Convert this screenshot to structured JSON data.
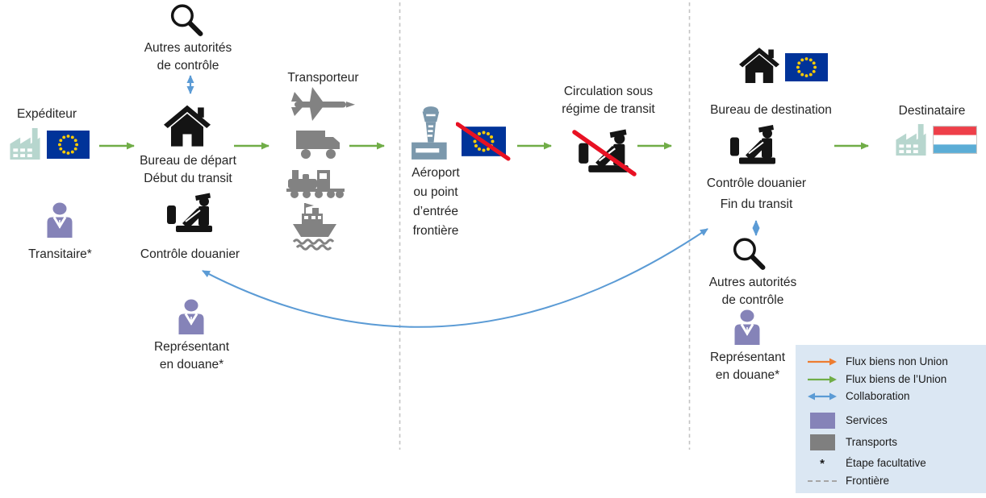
{
  "nodes": {
    "expediteur": {
      "label": "Expéditeur",
      "icons": [
        "factory-icon",
        "eu-flag-icon"
      ]
    },
    "autres_autorites_depart": {
      "label": "Autres autorités\nde contrôle",
      "icon": "magnifier-icon"
    },
    "bureau_depart": {
      "label": "Bureau de départ\nDébut du transit",
      "icon": "house-icon"
    },
    "transitaire": {
      "label": "Transitaire*",
      "icon": "person-icon"
    },
    "controle_douanier_depart": {
      "label": "Contrôle douanier",
      "icon": "customs-officer-icon"
    },
    "representant_depart": {
      "label": "Représentant\nen douane*",
      "icon": "person-icon"
    },
    "transporteur": {
      "label": "Transporteur",
      "icons": [
        "plane-icon",
        "truck-icon",
        "train-icon",
        "ship-icon"
      ]
    },
    "aeroport": {
      "label": "Aéroport\nou point\nd’entrée\nfrontière",
      "icons": [
        "airport-tower-icon",
        "eu-flag-crossed-icon"
      ]
    },
    "circulation_transit": {
      "label": "Circulation sous\nrégime de transit",
      "icon": "customs-officer-crossed-icon"
    },
    "bureau_destination": {
      "label": "Bureau de destination",
      "icons": [
        "house-icon",
        "eu-flag-icon"
      ]
    },
    "controle_douanier_destination": {
      "label": "Contrôle douanier\nFin du transit",
      "icon": "customs-officer-icon"
    },
    "autres_autorites_destination": {
      "label": "Autres autorités\nde contrôle",
      "icon": "magnifier-icon"
    },
    "representant_destination": {
      "label": "Représentant\nen douane*",
      "icon": "person-icon"
    },
    "destinataire": {
      "label": "Destinataire",
      "icons": [
        "factory-icon",
        "luxembourg-flag-icon"
      ]
    }
  },
  "legend": {
    "items": [
      {
        "symbol": "orange-arrow",
        "label": "Flux biens non Union"
      },
      {
        "symbol": "green-arrow",
        "label": "Flux biens de l’Union"
      },
      {
        "symbol": "blue-double-arrow",
        "label": "Collaboration"
      },
      {
        "symbol": "purple-swatch",
        "label": "Services"
      },
      {
        "symbol": "gray-swatch",
        "label": "Transports"
      },
      {
        "symbol": "asterisk",
        "glyph": "*",
        "label": "Étape facultative"
      },
      {
        "symbol": "dashed-line",
        "label": "Frontière"
      }
    ]
  },
  "colors": {
    "flux_biens_non_union": "#ed7d31",
    "flux_biens_union": "#70ad47",
    "collaboration": "#5b9bd5",
    "services": "#8583b8",
    "transports": "#7f7f7f",
    "frontiere": "#c4c4c4",
    "legend_background": "#dbe7f3",
    "eu_flag_blue": "#003399",
    "eu_flag_stars": "#ffcc00",
    "luxembourg_red": "#ee3f49",
    "luxembourg_blue": "#5badd6",
    "cross_red": "#e81123",
    "factory_teal": "#b7d6ce",
    "airport_blue": "#7b98ac"
  }
}
